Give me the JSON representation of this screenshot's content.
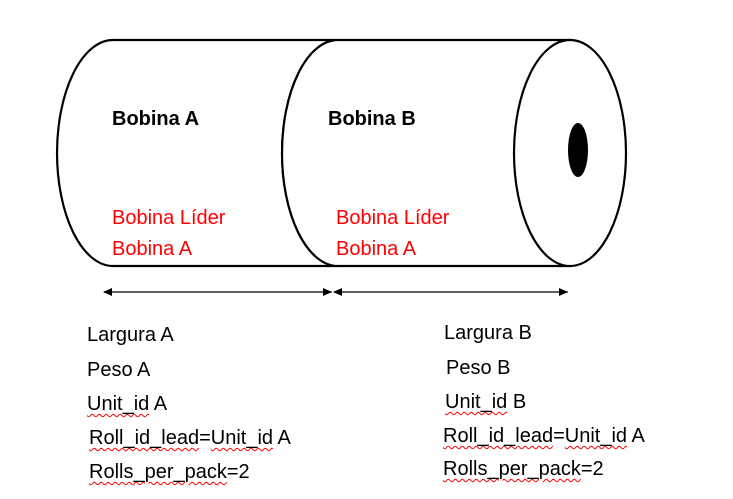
{
  "diagram": {
    "roll_a": {
      "title": "Bobina A",
      "lead_line1": "Bobina Líder",
      "lead_line2": "Bobina A"
    },
    "roll_b": {
      "title": "Bobina B",
      "lead_line1": "Bobina Líder",
      "lead_line2": "Bobina A"
    },
    "left_specs": {
      "width": "Largura A",
      "weight": "Peso A",
      "unit_id_key": "Unit_id",
      "unit_id_val": " A",
      "roll_lead_key": "Roll_id_lead",
      "roll_lead_eq": "=",
      "roll_lead_unit": "Unit_id",
      "roll_lead_val": " A",
      "rolls_key": "Rolls_per_pack",
      "rolls_val": "=2"
    },
    "right_specs": {
      "width": "Largura B",
      "weight": "Peso B",
      "unit_id_key": "Unit_id",
      "unit_id_val": " B",
      "roll_lead_key": "Roll_id_lead",
      "roll_lead_eq": "=",
      "roll_lead_unit": "Unit_id",
      "roll_lead_val": " A",
      "rolls_key": "Rolls_per_pack",
      "rolls_val": "=2"
    },
    "colors": {
      "outline": "#000000",
      "lead_text": "#ff0000",
      "core": "#000000"
    }
  }
}
